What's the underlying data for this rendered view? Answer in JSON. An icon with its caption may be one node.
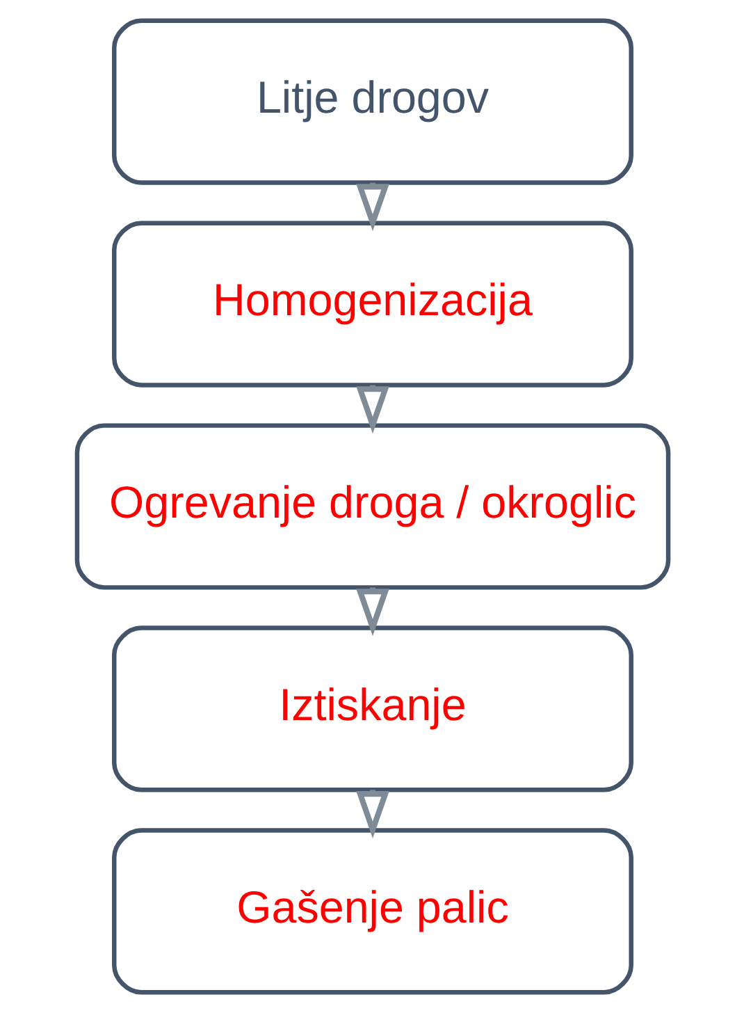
{
  "diagram": {
    "nodes": [
      {
        "text": [
          "Litje drogov"
        ]
      },
      {
        "text": [
          "Homogenizacija"
        ]
      },
      {
        "text": [
          "Ogrevanje droga / okroglic"
        ]
      },
      {
        "text": [
          "Iztiskanje"
        ]
      },
      {
        "text": [
          "Gašenje palic"
        ]
      }
    ],
    "edges": [
      {
        "from": 0,
        "to": 1,
        "arrow": "to"
      },
      {
        "from": 1,
        "to": 2,
        "arrow": "to"
      },
      {
        "from": 2,
        "to": 3,
        "arrow": "to"
      },
      {
        "from": 3,
        "to": 4,
        "arrow": "to"
      }
    ]
  }
}
